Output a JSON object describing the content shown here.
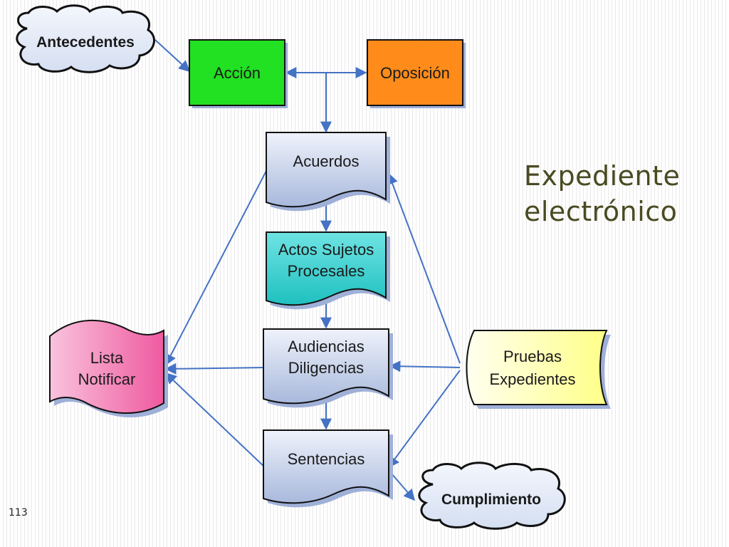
{
  "title": {
    "line1": "Expediente",
    "line2": "electrónico"
  },
  "page_number": "113",
  "nodes": {
    "antecedentes": "Antecedentes",
    "accion": "Acción",
    "oposicion": "Oposición",
    "acuerdos": "Acuerdos",
    "actos": {
      "line1": "Actos Sujetos",
      "line2": "Procesales"
    },
    "audiencias": {
      "line1": "Audiencias",
      "line2": "Diligencias"
    },
    "sentencias": "Sentencias",
    "lista": {
      "line1": "Lista",
      "line2": "Notificar"
    },
    "pruebas": {
      "line1": "Pruebas",
      "line2": "Expedientes"
    },
    "cumplimiento": "Cumplimiento"
  },
  "colors": {
    "accion": "#22e022",
    "oposicion": "#ff8c1a",
    "doc_blue": "#c9d4ec",
    "actos": "#30cfcf",
    "lista": "#f06aa8",
    "pruebas": "#ffff99",
    "cloud": "#e4ecf8",
    "arrow": "#4472c4",
    "title": "#4a4a22"
  }
}
